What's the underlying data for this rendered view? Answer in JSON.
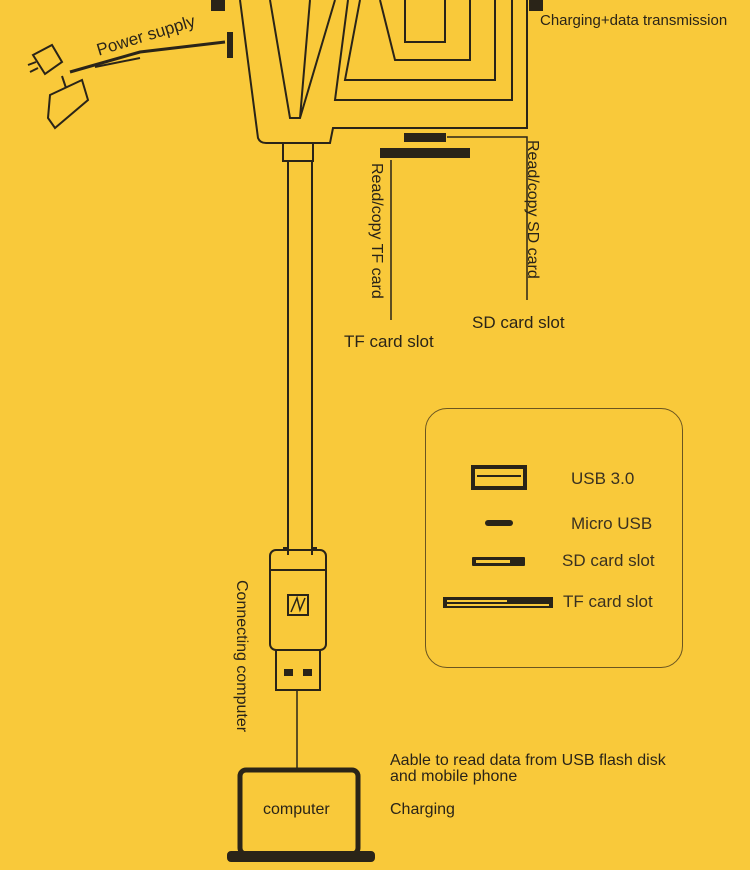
{
  "labels": {
    "power_supply": "Power supply",
    "charging_data": "Charging+data transmission",
    "read_copy_tf": "Read/copy TF card",
    "read_copy_sd": "Read/copy SD card",
    "sd_slot": "SD card slot",
    "tf_slot": "TF card slot",
    "connecting_computer": "Connecting computer",
    "read_usb": "Aable to read data from USB flash disk",
    "read_usb_2": "and mobile phone",
    "charging": "Charging",
    "computer": "computer"
  },
  "legend": {
    "items": [
      {
        "label": "USB 3.0",
        "icon": "usb-a-port-icon"
      },
      {
        "label": "Micro USB",
        "icon": "micro-usb-port-icon"
      },
      {
        "label": "SD card slot",
        "icon": "sd-slot-icon"
      },
      {
        "label": "TF card slot",
        "icon": "tf-slot-icon"
      }
    ]
  },
  "colors": {
    "background": "#F9C93A",
    "line": "#2a2418"
  }
}
